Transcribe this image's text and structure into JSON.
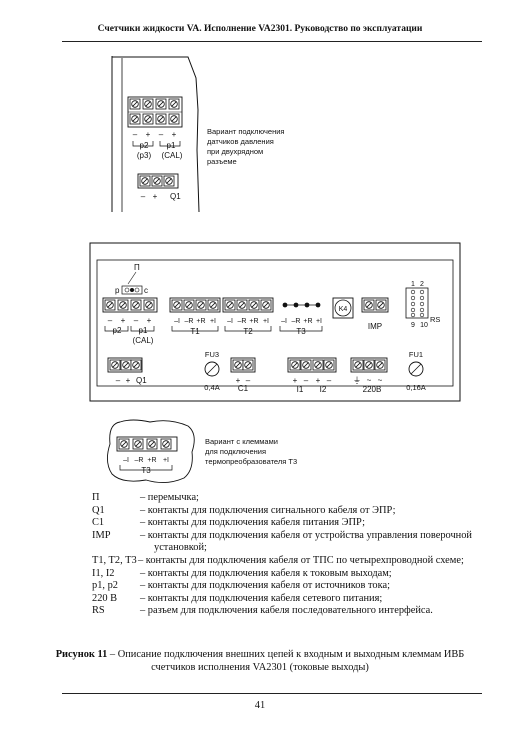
{
  "header": {
    "title": "Счетчики жидкости VA. Исполнение VA2301. Руководство по эксплуатации"
  },
  "figure": {
    "top_panel": {
      "block_p2_p1": {
        "signs": [
          "–",
          "+",
          "–",
          "+"
        ],
        "label_1": "p2",
        "label_2": "p1",
        "sub_1": "(p3)",
        "sub_2": "(CAL)"
      },
      "block_q1": {
        "signs": [
          "–",
          "+"
        ],
        "label": "Q1"
      },
      "note": [
        "Вариант подключения",
        "датчиков давления",
        "при двухрядном",
        "разъеме"
      ]
    },
    "main_panel": {
      "jumper": {
        "label": "П",
        "left": "p",
        "right": "c"
      },
      "block_p": {
        "signs": [
          "–",
          "+",
          "–",
          "+"
        ],
        "label_1": "p2",
        "label_2": "p1",
        "sub": "(CAL)"
      },
      "block_t1": {
        "pins": [
          "–I",
          "–R",
          "+R",
          "+I"
        ],
        "label": "T1"
      },
      "block_t2": {
        "pins": [
          "–I",
          "–R",
          "+R",
          "+I"
        ],
        "label": "T2"
      },
      "block_t3": {
        "pins": [
          "–I",
          "–R",
          "+R",
          "+I"
        ],
        "label": "T3"
      },
      "k4": "K4",
      "imp": "IMP",
      "rs": {
        "top": [
          "1",
          "2"
        ],
        "bottom": [
          "9",
          "10"
        ],
        "label": "RS"
      },
      "block_q1": {
        "signs": [
          "–",
          "+"
        ],
        "label": "Q1"
      },
      "fu3": {
        "name": "FU3",
        "rating": "0,4A"
      },
      "block_c1": {
        "signs": [
          "+",
          "–"
        ],
        "label": "C1"
      },
      "block_i": {
        "signs": [
          "+",
          "–",
          "+",
          "–"
        ],
        "label_1": "I1",
        "label_2": "I2"
      },
      "block_220": {
        "signs": [
          "⏚",
          "~",
          "~"
        ],
        "label": "220В"
      },
      "fu1": {
        "name": "FU1",
        "rating": "0,16A"
      }
    },
    "bottom_panel": {
      "block_t3": {
        "pins": [
          "–I",
          "–R",
          "+R",
          "+I"
        ],
        "label": "T3"
      },
      "note": [
        "Вариант с клеммами",
        "для подключения",
        "термопреобразователя Т3"
      ]
    }
  },
  "legend": [
    {
      "key": "П",
      "text": "– перемычка;"
    },
    {
      "key": "Q1",
      "text": "– контакты для подключения сигнального кабеля от ЭПР;"
    },
    {
      "key": "C1",
      "text": "– контакты для подключения кабеля питания ЭПР;"
    },
    {
      "key": "IMP",
      "text": "– контакты для подключения кабеля от устройства управления поверочной"
    },
    {
      "key": "",
      "text": "установкой;"
    },
    {
      "key": "T1, T2, T3",
      "text": "– контакты для подключения кабеля от ТПС по четырехпроводной схеме;"
    },
    {
      "key": "I1, I2",
      "text": "– контакты для подключения кабеля к токовым выходам;"
    },
    {
      "key": "p1, p2",
      "text": "– контакты для подключения кабеля от источников тока;"
    },
    {
      "key": "220 В",
      "text": "– контакты для подключения кабеля сетевого питания;"
    },
    {
      "key": "RS",
      "text": "– разъем для подключения кабеля последовательного интерфейса."
    }
  ],
  "caption": {
    "label": "Рисунок 11",
    "text_1": " – Описание подключения внешних цепей к входным и выходным клеммам ИВБ",
    "text_2": "счетчиков исполнения VA2301 (токовые выходы)"
  },
  "page_number": "41"
}
